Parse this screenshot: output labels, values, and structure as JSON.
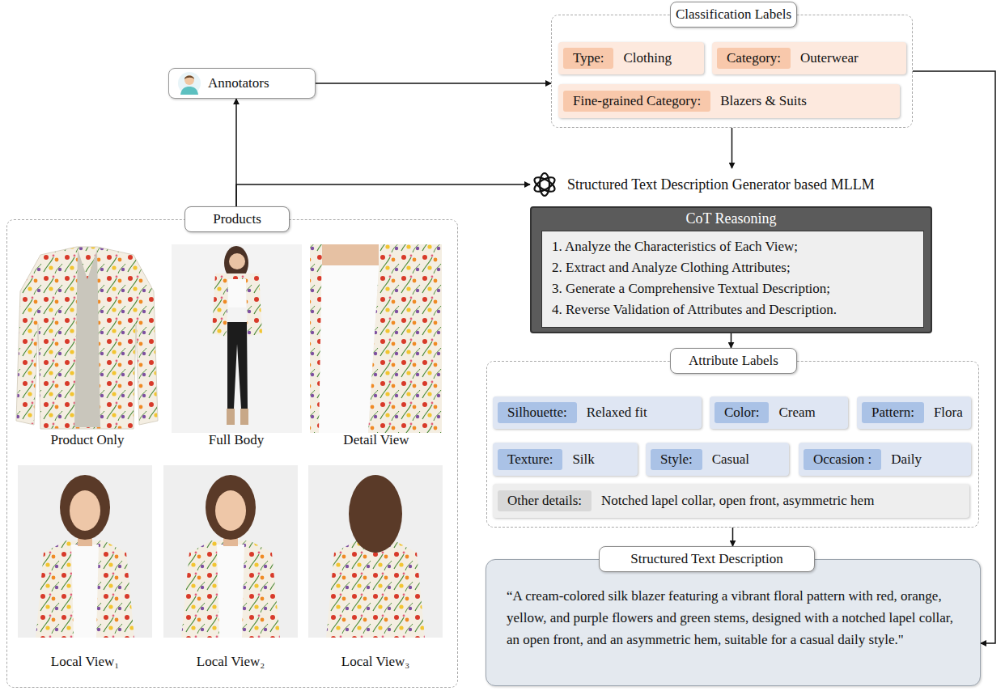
{
  "diagram": {
    "nodes": [
      {
        "text": [
          "Annotators"
        ]
      },
      {
        "text": [
          "Classification Labels"
        ]
      },
      {
        "text": [
          "Type:",
          "Clothing"
        ],
        "in": 1
      },
      {
        "text": [
          "Category:",
          "Outerwear"
        ],
        "in": 1
      },
      {
        "text": [
          "Fine-grained Category:",
          "Blazers & Suits"
        ],
        "in": 1
      },
      {
        "text": [
          "Structured Text Description Generator based MLLM"
        ]
      },
      {
        "text": [
          "CoT Reasoning"
        ]
      },
      {
        "text": [
          "1. Analyze the Characteristics of Each View;",
          "2. Extract and Analyze Clothing Attributes;",
          "3. Generate a Comprehensive Textual Description;",
          "4. Reverse Validation of Attributes and Description."
        ],
        "in": 6
      },
      {
        "text": [
          "Attribute Labels"
        ]
      },
      {
        "text": [
          "Silhouette:",
          "Relaxed fit"
        ],
        "in": 8
      },
      {
        "text": [
          "Color:",
          "Cream"
        ],
        "in": 8
      },
      {
        "text": [
          "Pattern:",
          "Flora"
        ],
        "in": 8
      },
      {
        "text": [
          "Texture:",
          "Silk"
        ],
        "in": 8
      },
      {
        "text": [
          "Style:",
          "Casual"
        ],
        "in": 8
      },
      {
        "text": [
          "Occasion :",
          "Daily"
        ],
        "in": 8
      },
      {
        "text": [
          "Other details:",
          "Notched lapel collar, open front, asymmetric hem"
        ],
        "in": 8
      },
      {
        "text": [
          "Products"
        ]
      },
      {
        "text": [
          "Structured Text Description",
          "“A cream-colored silk blazer featuring a vibrant floral pattern with red, orange, yellow, and purple flowers and green stems, designed with a notched lapel collar, an open front, and an asymmetric hem, suitable for a casual daily style.\""
        ]
      }
    ],
    "edges": [
      {
        "from": 16,
        "to": 0,
        "arrow": "to"
      },
      {
        "from": 16,
        "to": 5,
        "arrow": "to"
      },
      {
        "from": 0,
        "to": 1,
        "arrow": "to"
      },
      {
        "from": 1,
        "to": 5,
        "arrow": "to"
      },
      {
        "from": 6,
        "to": 8,
        "arrow": "to"
      },
      {
        "from": 8,
        "to": 17,
        "arrow": "to"
      },
      {
        "from": 1,
        "to": 17,
        "arrow": "to"
      }
    ],
    "labels": [
      "Product Only",
      "Full Body",
      "Detail View",
      "Local View₁",
      "Local View₂",
      "Local View₃"
    ]
  }
}
